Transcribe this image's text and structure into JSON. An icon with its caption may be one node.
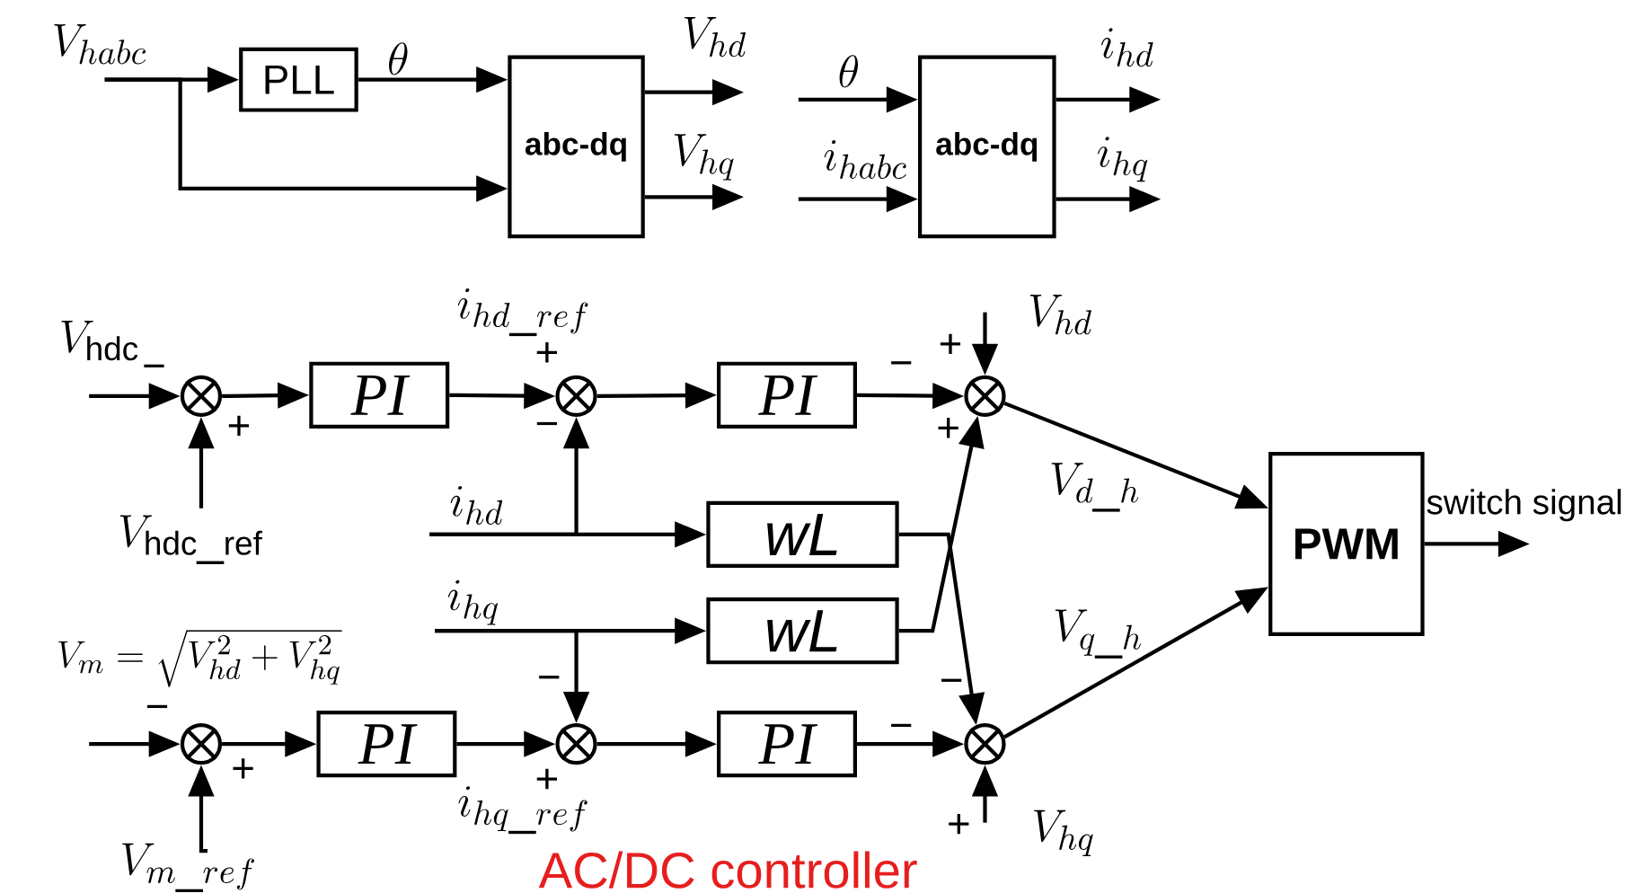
{
  "diagram": {
    "caption": "AC/DC controller",
    "nodes": [
      {
        "text": [
          "PLL"
        ]
      },
      {
        "text": [
          "abc-dq"
        ]
      },
      {
        "text": [
          "abc-dq"
        ]
      },
      {
        "text": [],
        "shape": "circle"
      },
      {
        "text": [
          "PI"
        ]
      },
      {
        "text": [],
        "shape": "circle"
      },
      {
        "text": [
          "PI"
        ]
      },
      {
        "text": [],
        "shape": "circle"
      },
      {
        "text": [
          "wL"
        ]
      },
      {
        "text": [
          "wL"
        ]
      },
      {
        "text": [],
        "shape": "circle"
      },
      {
        "text": [
          "PI"
        ]
      },
      {
        "text": [],
        "shape": "circle"
      },
      {
        "text": [
          "PI"
        ]
      },
      {
        "text": [],
        "shape": "circle"
      },
      {
        "text": [
          "PWM"
        ]
      }
    ],
    "edges": [
      {
        "from": null,
        "to": 0,
        "arrow": "to",
        "label": "V_{habc}"
      },
      {
        "from": null,
        "to": 1,
        "arrow": "to"
      },
      {
        "from": 0,
        "to": 1,
        "arrow": "to",
        "label": "\\theta"
      },
      {
        "from": 1,
        "to": null,
        "arrow": "to",
        "label": "V_{hd}"
      },
      {
        "from": 1,
        "to": null,
        "arrow": "to",
        "label": "V_{hq}"
      },
      {
        "from": null,
        "to": 2,
        "arrow": "to",
        "label": "\\theta"
      },
      {
        "from": null,
        "to": 2,
        "arrow": "to",
        "label": "i_{habc}"
      },
      {
        "from": 2,
        "to": null,
        "arrow": "to",
        "label": "i_{hd}"
      },
      {
        "from": 2,
        "to": null,
        "arrow": "to",
        "label": "i_{hq}"
      },
      {
        "from": null,
        "to": 3,
        "arrow": "to",
        "label": "V_{\\mathrm{hdc}}"
      },
      {
        "from": null,
        "to": 3,
        "arrow": "to",
        "label": "V_{\\mathrm{hdc\\_ref}}"
      },
      {
        "from": 3,
        "to": 4,
        "arrow": "to"
      },
      {
        "from": 4,
        "to": 5,
        "arrow": "to",
        "label": "i_{hd\\_ref}"
      },
      {
        "from": 5,
        "to": 6,
        "arrow": "to"
      },
      {
        "from": 6,
        "to": 7,
        "arrow": "to"
      },
      {
        "from": null,
        "to": 7,
        "arrow": "to",
        "label": "V_{hd}"
      },
      {
        "from": null,
        "to": 8,
        "arrow": "to",
        "label": "i_{hd}"
      },
      {
        "from": null,
        "to": 5,
        "arrow": "to"
      },
      {
        "from": 8,
        "to": 14,
        "arrow": "to"
      },
      {
        "from": 9,
        "to": 7,
        "arrow": "to"
      },
      {
        "from": null,
        "to": 9,
        "arrow": "to",
        "label": "i_{hq}"
      },
      {
        "from": null,
        "to": 12,
        "arrow": "to"
      },
      {
        "from": null,
        "to": 10,
        "arrow": "to",
        "label": "V_m = \\sqrt{V_{hd}^2 + V_{hq}^2}"
      },
      {
        "from": null,
        "to": 10,
        "arrow": "to",
        "label": "V_{m\\_ref}"
      },
      {
        "from": 10,
        "to": 11,
        "arrow": "to"
      },
      {
        "from": 11,
        "to": 12,
        "arrow": "to",
        "label": "i_{hq\\_ref}"
      },
      {
        "from": 12,
        "to": 13,
        "arrow": "to"
      },
      {
        "from": 13,
        "to": 14,
        "arrow": "to"
      },
      {
        "from": null,
        "to": 14,
        "arrow": "to",
        "label": "V_{hq}"
      },
      {
        "from": 7,
        "to": 15,
        "arrow": "to",
        "label": "V_{d\\_h}"
      },
      {
        "from": 14,
        "to": 15,
        "arrow": "to",
        "label": "V_{q\\_h}"
      },
      {
        "from": 15,
        "to": null,
        "arrow": "to",
        "label": "switch signal"
      }
    ],
    "labels": [
      "−",
      "+",
      "−",
      "+",
      "+",
      "−",
      "+",
      "−",
      "−",
      "−",
      "−",
      "+",
      "+",
      "+"
    ]
  }
}
